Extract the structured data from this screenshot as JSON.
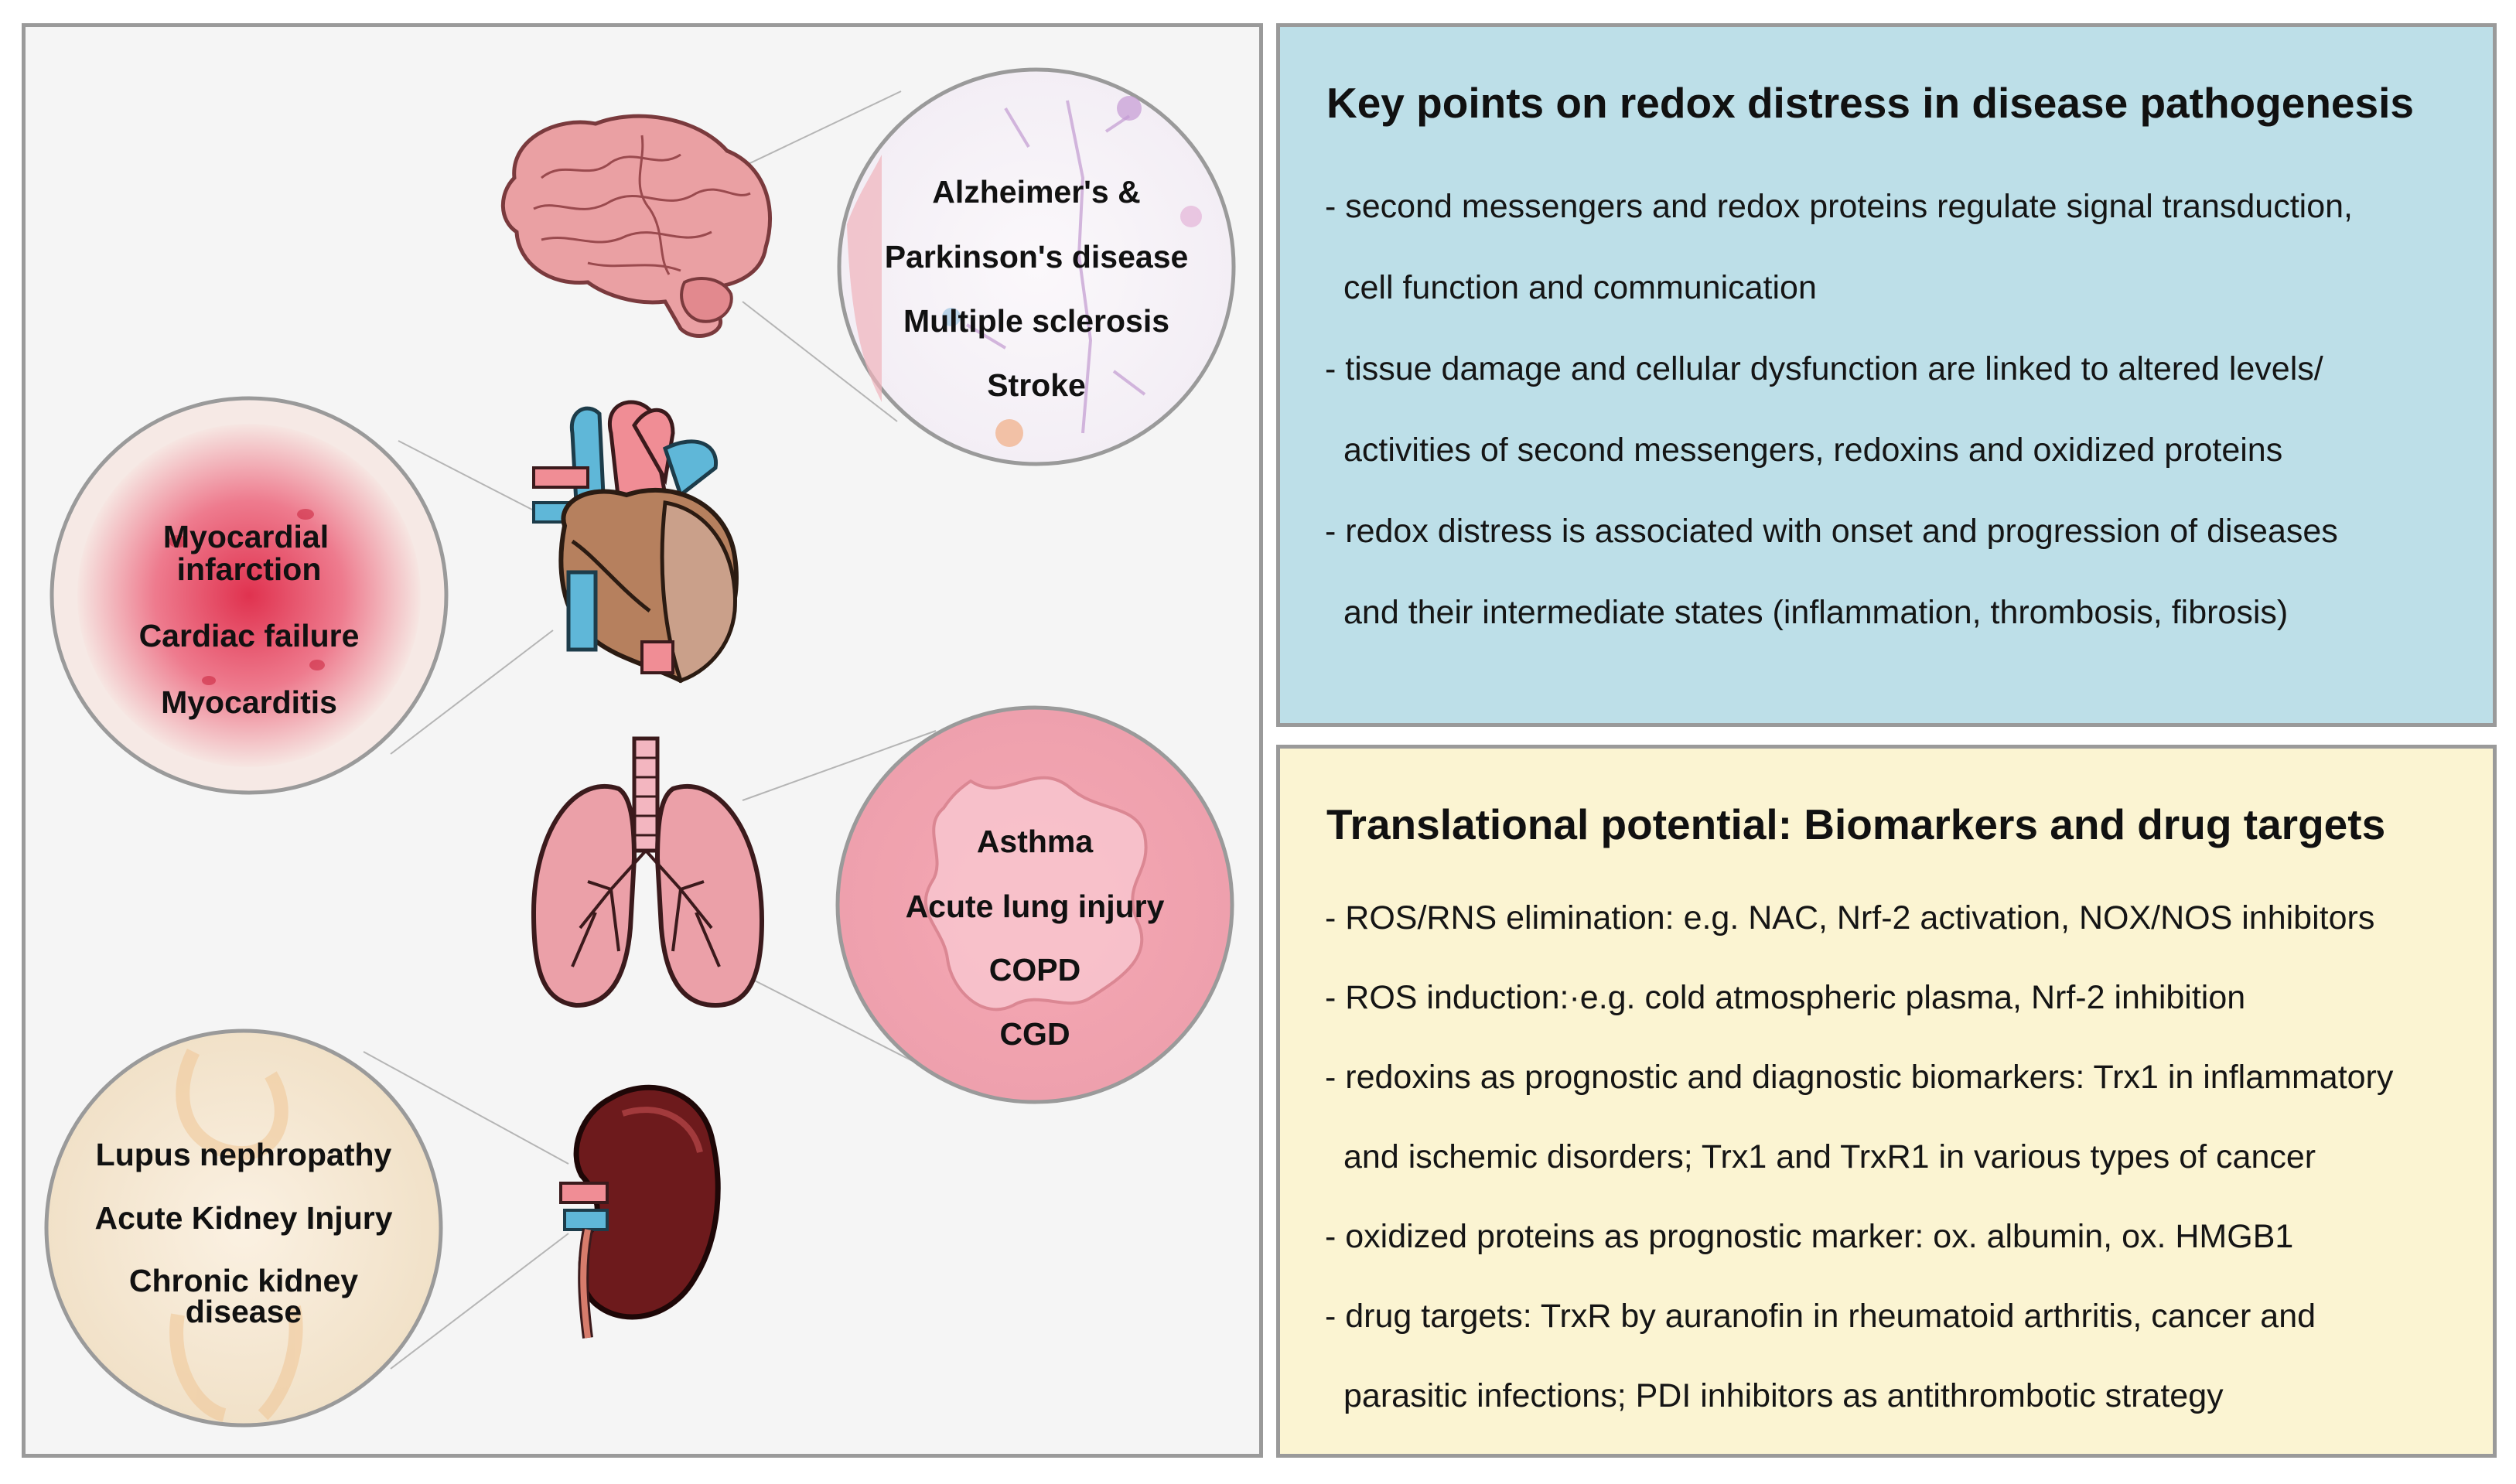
{
  "diseases": {
    "brain": [
      "Alzheimer's &",
      "Parkinson's disease",
      "Multiple sclerosis",
      "Stroke"
    ],
    "heart": [
      "Myocardial",
      "infarction",
      "Cardiac failure",
      "Myocarditis"
    ],
    "lung": [
      "Asthma",
      "Acute lung injury",
      "COPD",
      "CGD"
    ],
    "kidney": [
      "Lupus nephropathy",
      "Acute Kidney Injury",
      "Chronic kidney",
      "disease"
    ]
  },
  "key_points": {
    "title": "Key points on redox distress in disease pathogenesis",
    "lines": [
      "- second messengers and redox proteins regulate signal transduction,",
      "cell function and communication",
      "- tissue damage and cellular dysfunction are linked to altered levels/",
      "activities of second messengers, redoxins and oxidized proteins",
      "- redox distress is associated with onset and progression of diseases",
      "and their intermediate states (inflammation, thrombosis, fibrosis)"
    ]
  },
  "translational": {
    "title": "Translational potential: Biomarkers and drug targets",
    "lines": [
      "- ROS/RNS elimination: e.g. NAC, Nrf-2 activation, NOX/NOS inhibitors",
      "- ROS induction:·e.g. cold atmospheric plasma, Nrf-2 inhibition",
      "- redoxins as prognostic and diagnostic biomarkers: Trx1 in inflammatory",
      "and ischemic disorders; Trx1 and TrxR1 in various types of cancer",
      "- oxidized proteins as prognostic marker: ox. albumin, ox. HMGB1",
      "- drug targets: TrxR by auranofin in rheumatoid arthritis, cancer and",
      "parasitic infections; PDI inhibitors as antithrombotic strategy"
    ]
  },
  "colors": {
    "keypoints_bg": "#bddfe8",
    "translational_bg": "#fbf4d2",
    "panel_border": "#9a9a9a"
  }
}
